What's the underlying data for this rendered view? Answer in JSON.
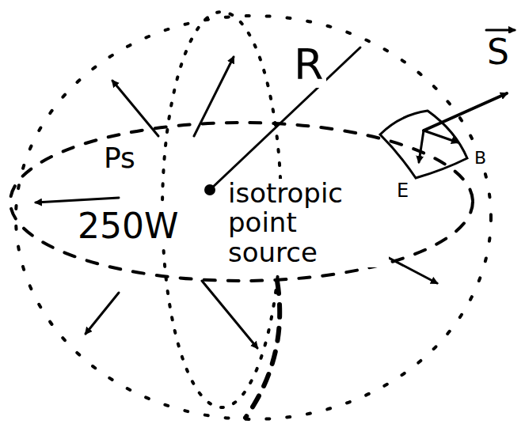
{
  "diagram": {
    "labels": [
      "S",
      "R",
      "Ps",
      "isotropic point source",
      "250W",
      "B",
      "E"
    ]
  }
}
